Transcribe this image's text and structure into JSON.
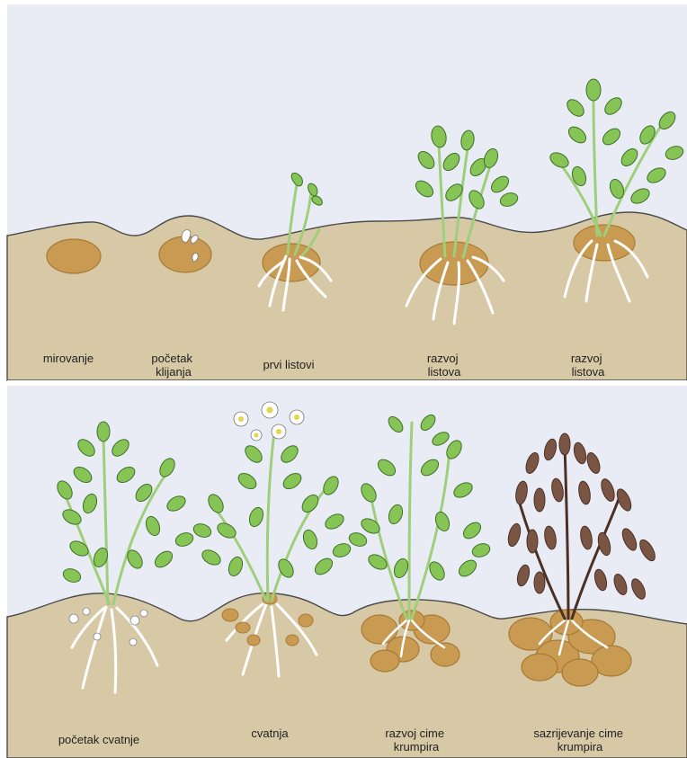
{
  "colors": {
    "sky": "#e9ecf5",
    "soil": "#d8c9a6",
    "soil_line": "#4a4a4a",
    "tuber": "#c89a52",
    "tuber_dark": "#a87a35",
    "leaf": "#86c456",
    "leaf_dark": "#3f6f2a",
    "stem": "#9fcf7a",
    "root": "#ffffff",
    "withered": "#7b5544",
    "withered_dark": "#4b3026",
    "flower": "#ffffff",
    "flower_center": "#e8d44a",
    "divider": "#ffffff"
  },
  "panels": [
    {
      "stages": [
        {
          "lines": [
            "mirovanje"
          ]
        },
        {
          "lines": [
            "početak",
            "klijanja"
          ]
        },
        {
          "lines": [
            "prvi listovi"
          ]
        },
        {
          "lines": [
            "razvoj",
            "listova"
          ]
        },
        {
          "lines": [
            "razvoj",
            "listova"
          ]
        }
      ]
    },
    {
      "stages": [
        {
          "lines": [
            "početak cvatnje"
          ]
        },
        {
          "lines": [
            "cvatnja"
          ]
        },
        {
          "lines": [
            "razvoj cime",
            "krumpira"
          ]
        },
        {
          "lines": [
            "sazrijevanje cime",
            "krumpira"
          ]
        }
      ]
    }
  ]
}
